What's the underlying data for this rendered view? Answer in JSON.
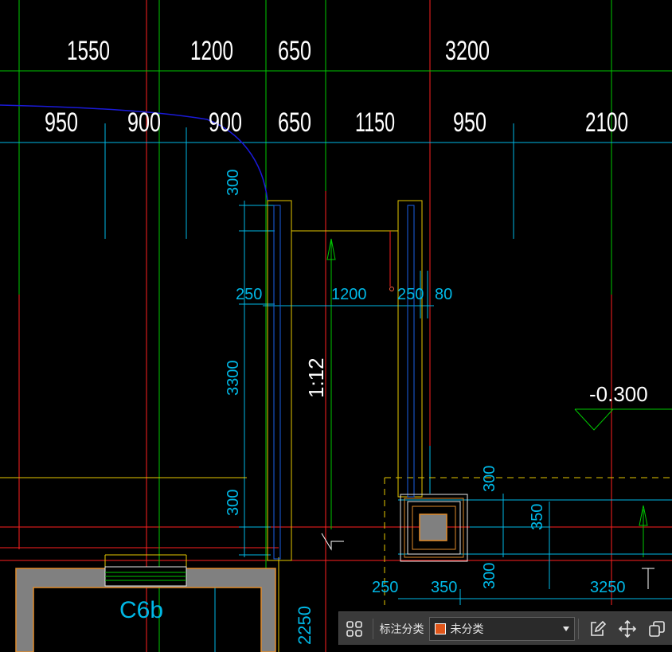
{
  "drawing": {
    "top_dims_row1": [
      "1550",
      "1200",
      "650",
      "3200"
    ],
    "top_dims_row2": [
      "950",
      "900",
      "900",
      "650",
      "1150",
      "950",
      "2100"
    ],
    "left_dims": [
      "300",
      "250",
      "3300",
      "300"
    ],
    "mid_dims": [
      "1200",
      "250",
      "80"
    ],
    "ramp_slope": "1:12",
    "elevation": "-0.300",
    "right_dims": [
      "300",
      "350",
      "300",
      "3250",
      "250",
      "350"
    ],
    "window_tag": "C6b",
    "bottom_dim": "2250"
  },
  "toolbar": {
    "label": "标注分类",
    "category_value": "未分类",
    "category_color": "#e0561a"
  },
  "colors": {
    "dim_cyan": "#00b8e6",
    "grid_green": "#00c800",
    "axis_red": "#ff2020",
    "wall_yellow": "#e6c800",
    "white": "#ffffff",
    "blue": "#1a1ad9",
    "wall_gray": "#808080",
    "wall_outline": "#e08a2a"
  },
  "icons": [
    "grid-icon",
    "edit-icon",
    "move-icon",
    "copy-icon"
  ]
}
